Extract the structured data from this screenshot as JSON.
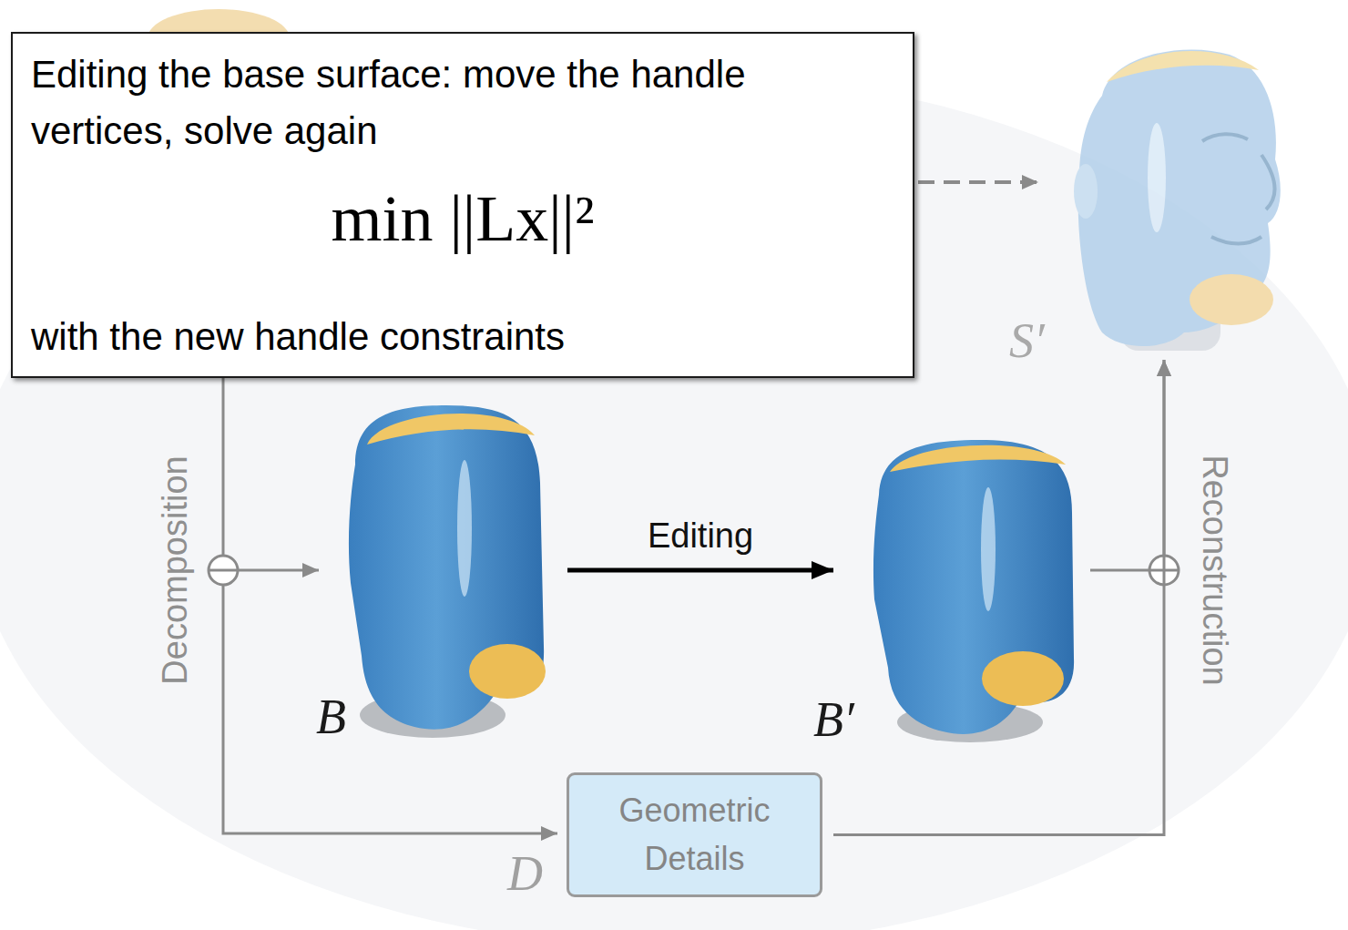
{
  "diagram": {
    "nodes": [
      {
        "text": [
          "Editing the base surface: move the handle vertices, solve again",
          "min ||Lx||²",
          "with the new handle constraints"
        ]
      },
      {
        "text": [
          "S′"
        ]
      },
      {
        "text": [
          "B"
        ]
      },
      {
        "text": [
          "B′"
        ]
      },
      {
        "text": [
          "Geometric Details",
          "D"
        ]
      }
    ],
    "edges": [
      {
        "from": 2,
        "to": 3,
        "arrow": "to",
        "label": "Editing"
      },
      {
        "from": 3,
        "to": 1,
        "arrow": "to"
      },
      {
        "from": 4,
        "to": 1,
        "arrow": "to"
      }
    ],
    "labels": [
      "Decomposition",
      "Reconstruction"
    ]
  }
}
